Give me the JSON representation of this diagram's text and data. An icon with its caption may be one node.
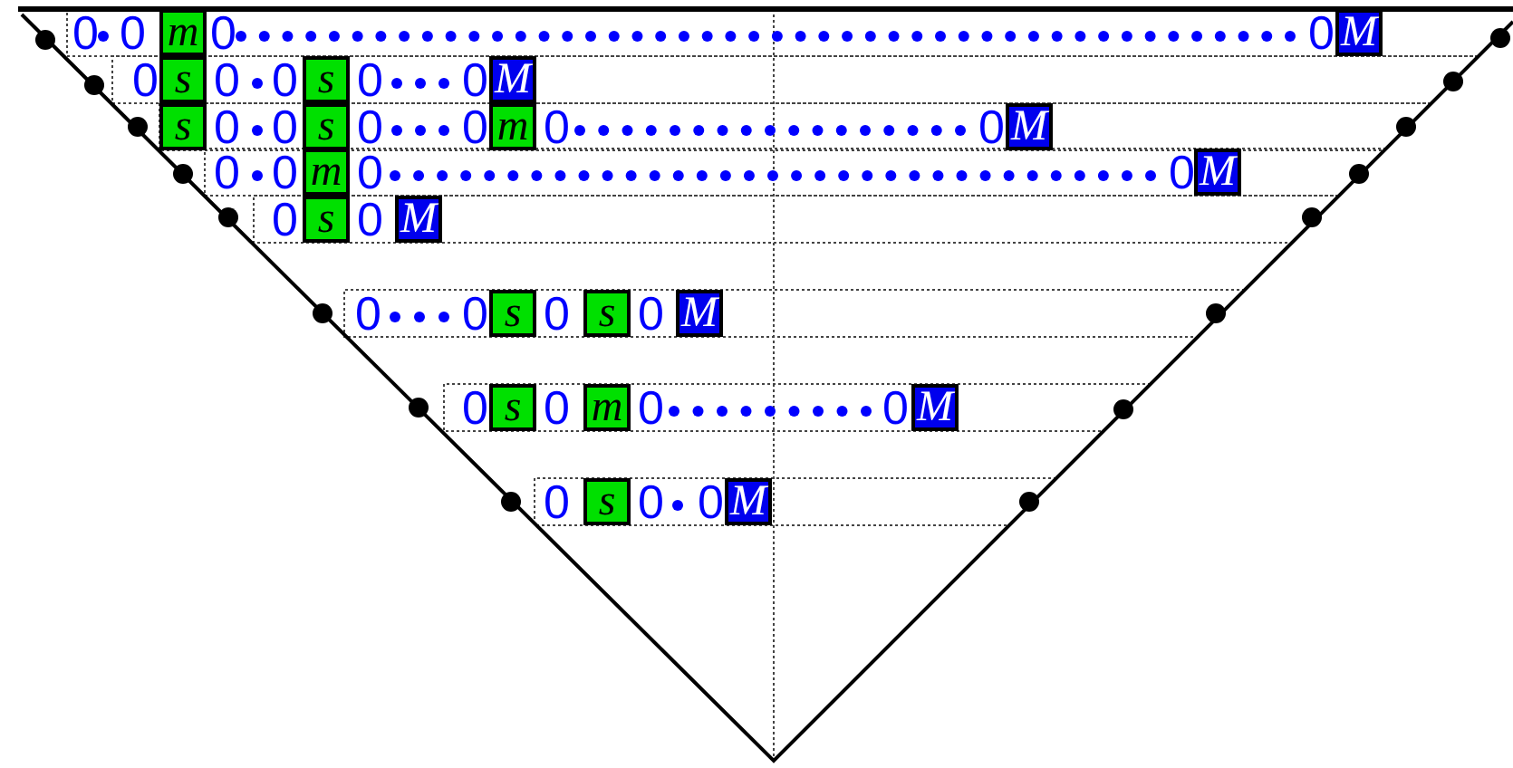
{
  "diagram": {
    "nodes": [
      {
        "text": [
          "m"
        ]
      },
      {
        "text": [
          "M"
        ]
      },
      {
        "text": [
          "s"
        ]
      },
      {
        "text": [
          "s"
        ]
      },
      {
        "text": [
          "M"
        ]
      },
      {
        "text": [
          "s"
        ]
      },
      {
        "text": [
          "s"
        ]
      },
      {
        "text": [
          "m"
        ]
      },
      {
        "text": [
          "M"
        ]
      },
      {
        "text": [
          "m"
        ]
      },
      {
        "text": [
          "M"
        ]
      },
      {
        "text": [
          "s"
        ]
      },
      {
        "text": [
          "M"
        ]
      },
      {
        "text": [
          "s"
        ]
      },
      {
        "text": [
          "s"
        ]
      },
      {
        "text": [
          "M"
        ]
      },
      {
        "text": [
          "s"
        ]
      },
      {
        "text": [
          "m"
        ]
      },
      {
        "text": [
          "M"
        ]
      },
      {
        "text": [
          "s"
        ]
      },
      {
        "text": [
          "M"
        ]
      }
    ],
    "labels": [
      "0",
      "0",
      "0",
      "0",
      "0",
      "0",
      "0",
      "0",
      "0",
      "0",
      "0",
      "0",
      "0",
      "0",
      "0",
      "0",
      "0",
      "0",
      "0",
      "0",
      "0",
      "0",
      "0",
      "0",
      "0",
      "0",
      "0",
      "0",
      "0",
      "0",
      "0",
      "0"
    ]
  }
}
